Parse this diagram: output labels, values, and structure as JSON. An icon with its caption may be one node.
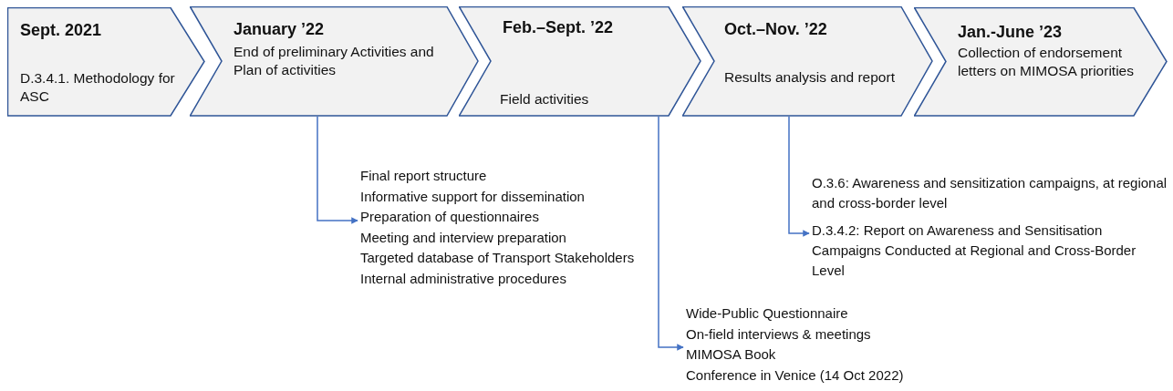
{
  "diagram": {
    "nodes": [
      {
        "text": [
          "Sept. 2021",
          "D.3.4.1. Methodology for ASC"
        ]
      },
      {
        "text": [
          "January ’22",
          "End of preliminary Activities and Plan of activities"
        ]
      },
      {
        "text": [
          "Feb.–Sept.  ’22",
          "Field  activities"
        ]
      },
      {
        "text": [
          "Oct.–Nov.  ’22",
          "Results analysis and report"
        ]
      },
      {
        "text": [
          "Jan.-June  ’23",
          "Collection of endorsement letters on MIMOSA priorities"
        ]
      },
      {
        "text": [
          "Final report structure",
          "Informative support for dissemination",
          "Preparation of questionnaires",
          "Meeting and interview preparation",
          "Targeted database of Transport Stakeholders",
          "Internal administrative procedures"
        ]
      },
      {
        "text": [
          "Wide-Public Questionnaire",
          "On-field interviews & meetings",
          "MIMOSA Book",
          "Conference in Venice (14 Oct 2022)"
        ]
      },
      {
        "text": [
          "O.3.6: Awareness and sensitization campaigns, at regional and cross-border level",
          "D.3.4.2: Report on Awareness and Sensitisation Campaigns Conducted at Regional and Cross-Border Level"
        ]
      }
    ],
    "edges": [
      {
        "from": 1,
        "to": 5,
        "arrow": "to"
      },
      {
        "from": 2,
        "to": 6,
        "arrow": "to"
      },
      {
        "from": 3,
        "to": 7,
        "arrow": "to"
      }
    ]
  }
}
